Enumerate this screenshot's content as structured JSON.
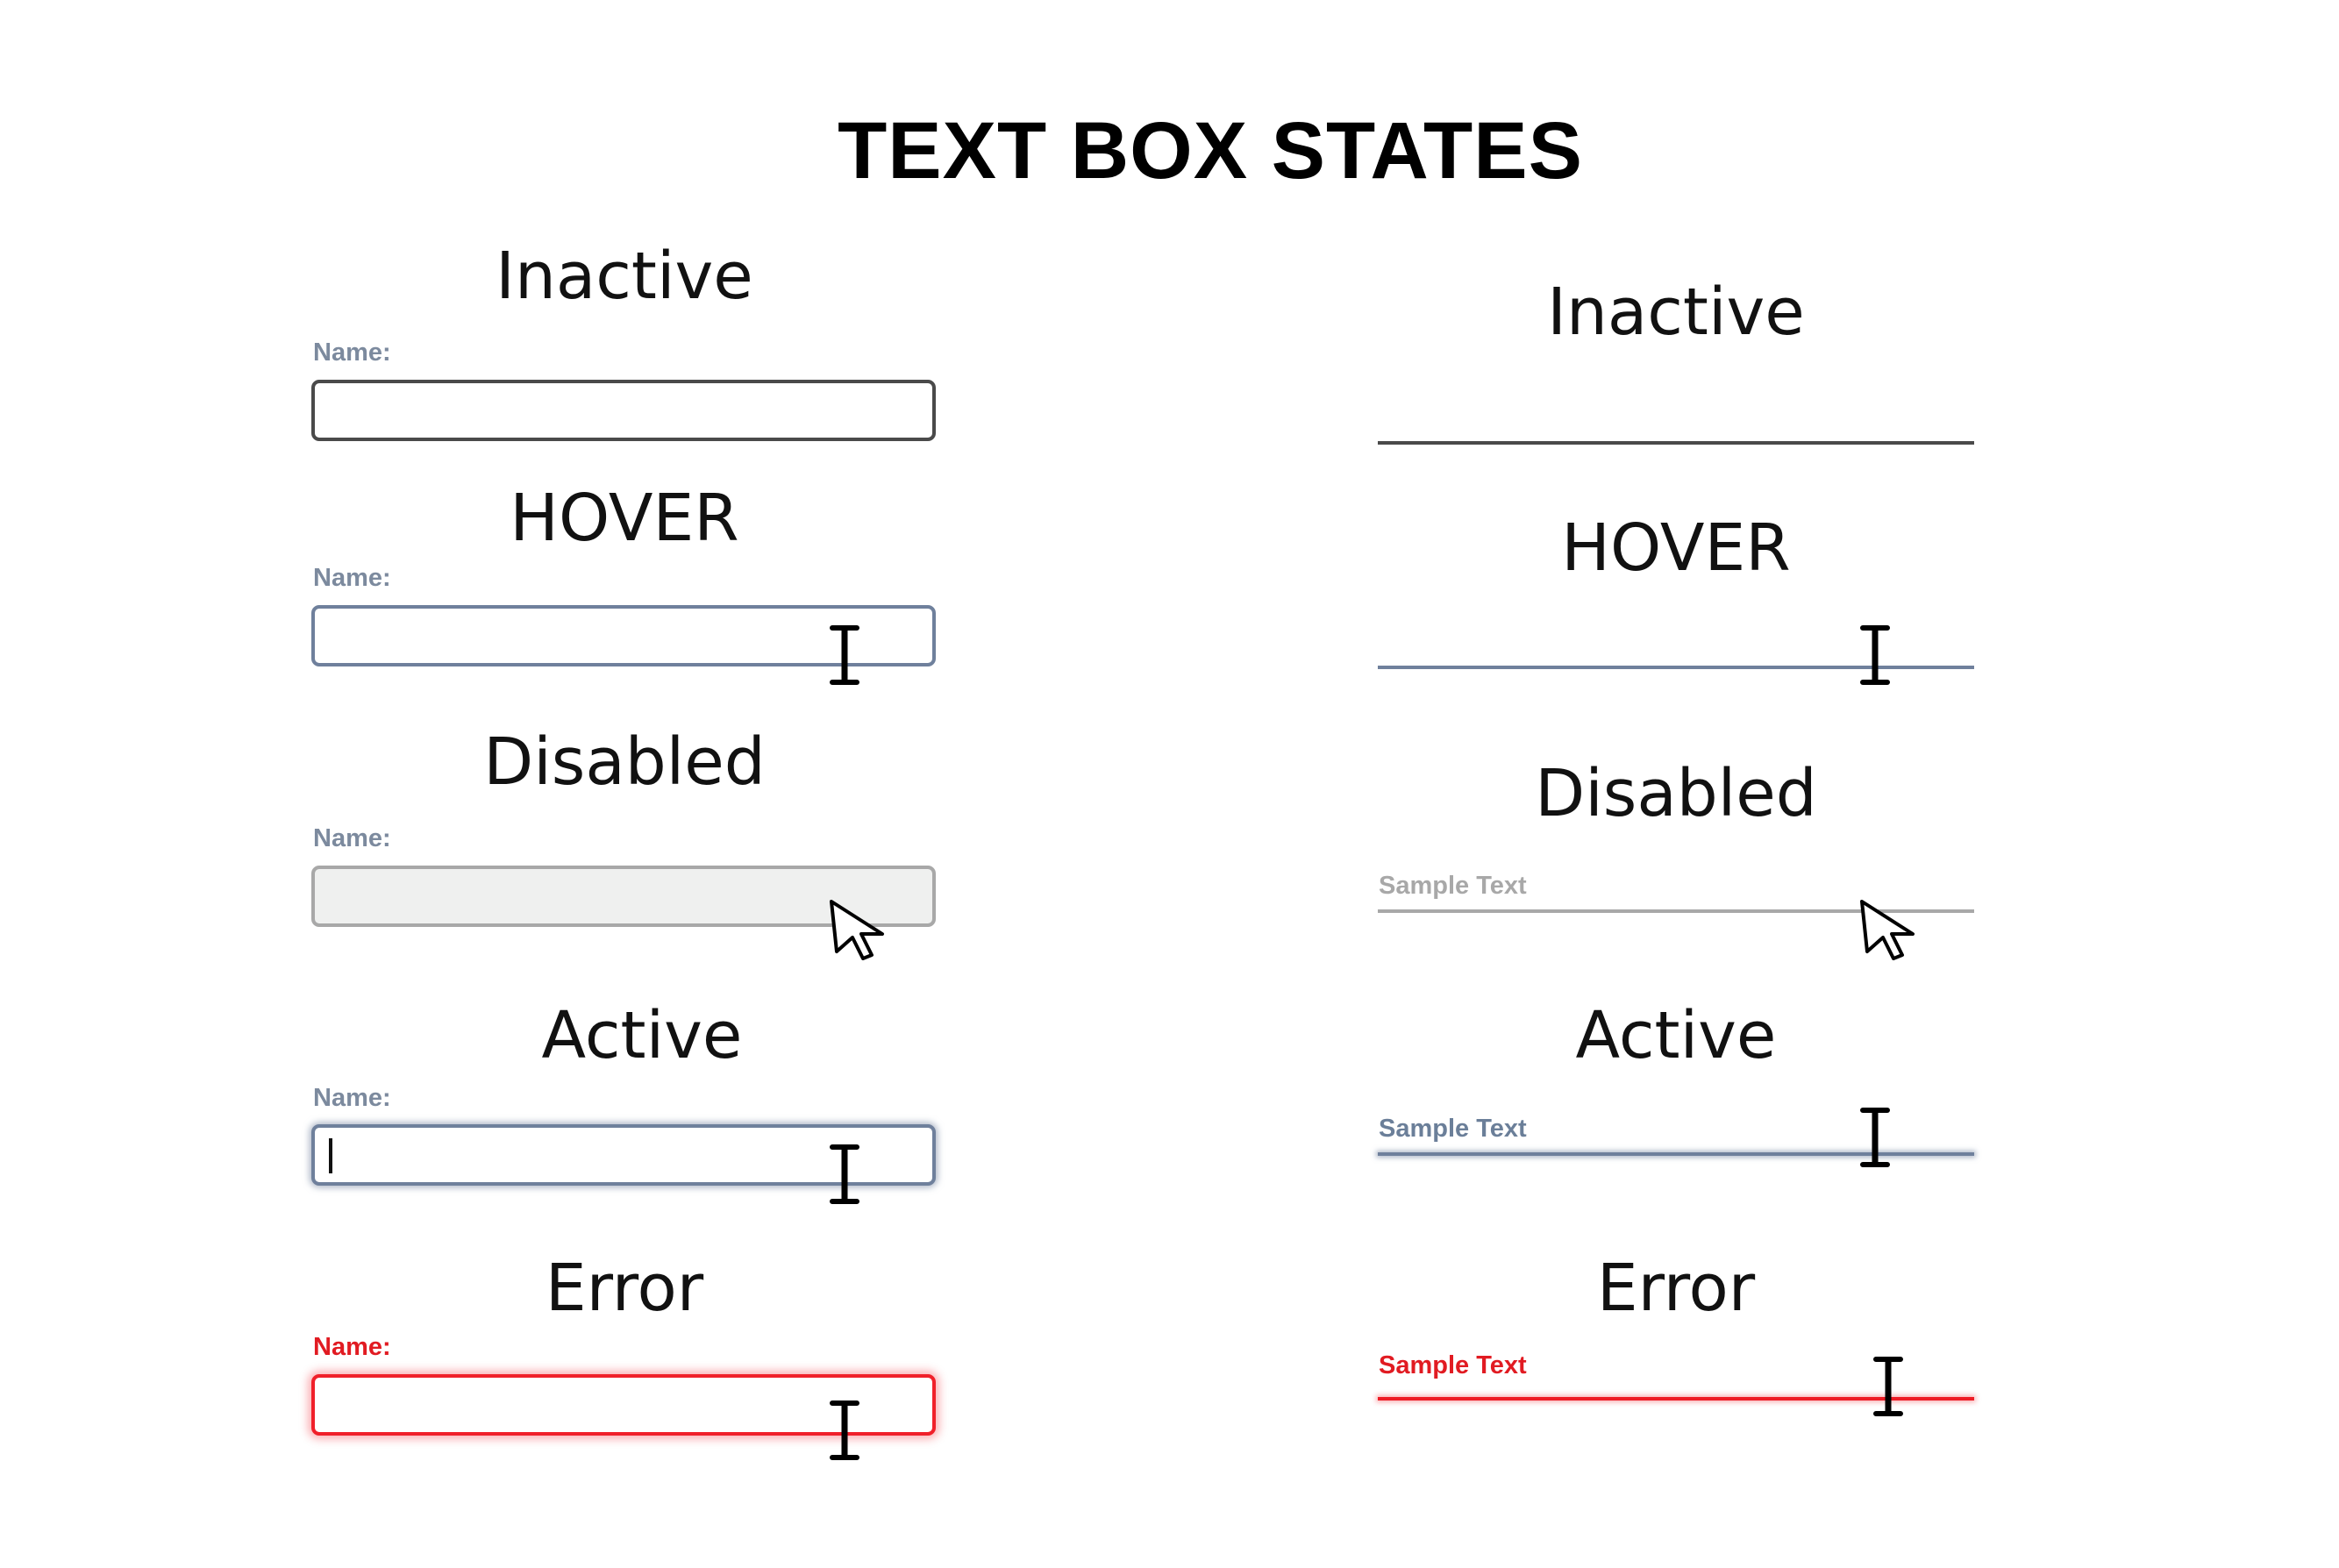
{
  "title": "TEXT BOX STATES",
  "colors": {
    "inactive_border": "#4a4a4a",
    "hover_border": "#6f809c",
    "disabled_border": "#a8a8a8",
    "disabled_fill": "#eff0ef",
    "active_border": "#6f809c",
    "error": "#e11b22"
  },
  "boxed": {
    "inactive": {
      "heading": "Inactive",
      "label": "Name:"
    },
    "hover": {
      "heading": "HOVER",
      "label": "Name:",
      "cursor": "text-cursor-icon"
    },
    "disabled": {
      "heading": "Disabled",
      "label": "Name:",
      "cursor": "arrow-pointer-icon"
    },
    "active": {
      "heading": "Active",
      "label": "Name:",
      "cursor": "text-cursor-icon"
    },
    "error": {
      "heading": "Error",
      "label": "Name:",
      "cursor": "text-cursor-icon"
    }
  },
  "underline": {
    "inactive": {
      "heading": "Inactive"
    },
    "hover": {
      "heading": "HOVER",
      "cursor": "text-cursor-icon"
    },
    "disabled": {
      "heading": "Disabled",
      "label": "Sample Text",
      "cursor": "arrow-pointer-icon"
    },
    "active": {
      "heading": "Active",
      "label": "Sample Text",
      "cursor": "text-cursor-icon"
    },
    "error": {
      "heading": "Error",
      "label": "Sample Text",
      "cursor": "text-cursor-icon"
    }
  }
}
